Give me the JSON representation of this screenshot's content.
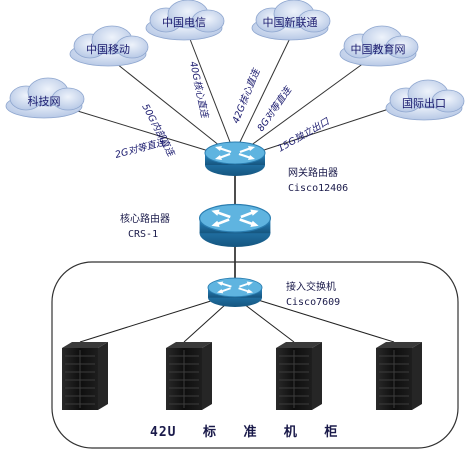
{
  "clouds": [
    {
      "id": "keji",
      "label": "科技网"
    },
    {
      "id": "yidong",
      "label": "中国移动"
    },
    {
      "id": "dianxin",
      "label": "中国电信"
    },
    {
      "id": "liantong",
      "label": "中国新联通"
    },
    {
      "id": "jiaoyu",
      "label": "中国教育网"
    },
    {
      "id": "guoji",
      "label": "国际出口"
    }
  ],
  "links": [
    {
      "id": "keji",
      "label": "2G对等直连"
    },
    {
      "id": "yidong",
      "label": "50G内部直连"
    },
    {
      "id": "dianxin",
      "label": "40G核心直连"
    },
    {
      "id": "liantong",
      "label": "42G核心直连"
    },
    {
      "id": "jiaoyu",
      "label": "8G对等直连"
    },
    {
      "id": "guoji",
      "label": "15G独立出口"
    }
  ],
  "devices": {
    "gateway": {
      "name": "网关路由器",
      "model": "Cisco12406"
    },
    "core": {
      "name": "核心路由器",
      "model": "CRS-1"
    },
    "access": {
      "name": "接入交换机",
      "model": "Cisco7609"
    }
  },
  "racks": {
    "count": 4,
    "caption": "42U   标   准   机   柜"
  },
  "colors": {
    "cloud_fill": "#c9d7ee",
    "router_top": "#4fa8d8",
    "router_side": "#1f6fa6",
    "rack": "#161616"
  },
  "icons": [
    "cloud",
    "router",
    "server-rack"
  ]
}
